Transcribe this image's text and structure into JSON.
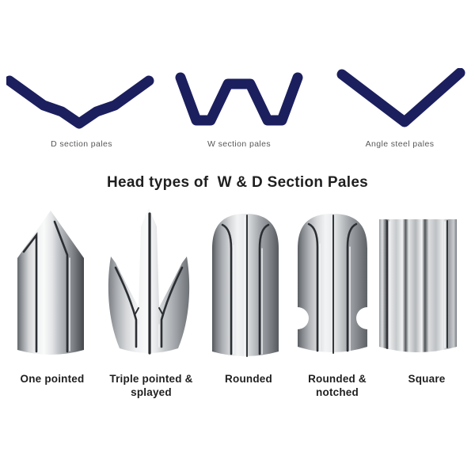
{
  "colors": {
    "background": "#ffffff",
    "profile_navy": "#1b1f5e",
    "profile_caption_gray": "#58585a",
    "text_dark": "#1f1f1f",
    "groove_dark": "#2b2e32",
    "metal_light": "#f8f9fa",
    "metal_mid": "#b9bcc0",
    "metal_dark": "#4e5256"
  },
  "profiles": {
    "items": [
      {
        "label": "D section pales"
      },
      {
        "label": "W section pales"
      },
      {
        "label": "Angle steel pales"
      }
    ]
  },
  "heads": {
    "title": "Head types of  W & D Section Pales",
    "items": [
      {
        "label": "One pointed"
      },
      {
        "label": "Triple pointed & splayed"
      },
      {
        "label": "Rounded"
      },
      {
        "label": "Rounded & notched"
      },
      {
        "label": "Square"
      }
    ]
  }
}
